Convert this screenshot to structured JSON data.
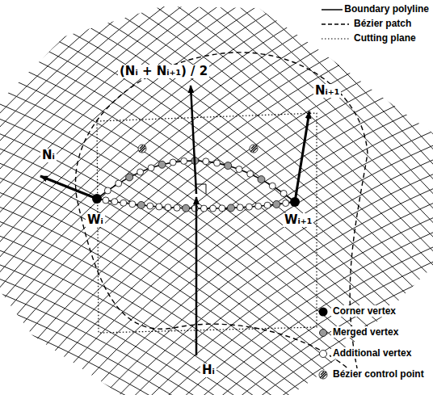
{
  "diagram": {
    "labels": [
      "Nᵢ",
      "Nᵢ₊₁",
      "(Nᵢ + Nᵢ₊₁) / 2",
      "Wᵢ",
      "Wᵢ₊₁",
      "Hᵢ"
    ],
    "legend": [
      {
        "text": "Boundary polyline"
      },
      {
        "text": "Bézier patch"
      },
      {
        "text": "Cutting plane"
      },
      {
        "text": "Corner vertex"
      },
      {
        "text": "Merged vertex"
      },
      {
        "text": "Additional vertex"
      },
      {
        "text": "Bézier control point"
      }
    ]
  }
}
